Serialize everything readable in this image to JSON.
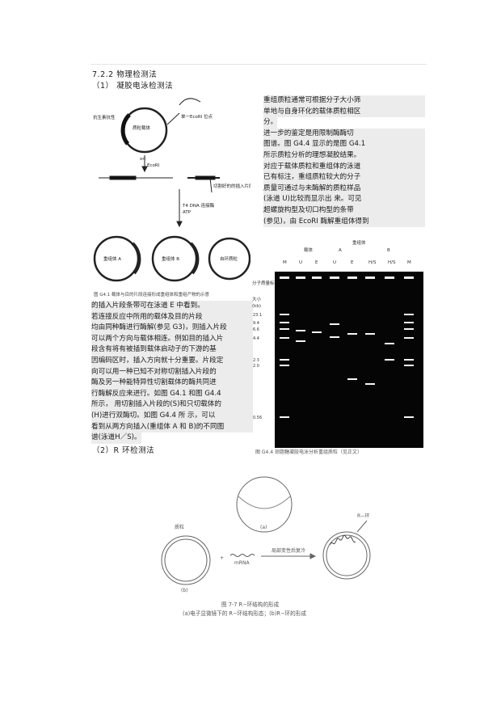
{
  "section": {
    "heading": "7.2.2  物理检测法",
    "sub1": "（1）  凝胶电泳检测法",
    "sub2": "（2）R 环检测法"
  },
  "right_text": [
    "重组质粒通常可根据分子大小筛",
    "单地与自身环化的载体质粒相区",
    "分。",
    "    进一步的鉴定是用限制酶酶切",
    "图谱。图 G4.4 显示的是图 G4.1",
    "所示质粒分析的理想凝胶结果。",
    "对应于载体质粒和重组体的泳道",
    "已有标注，重组质粒较大的分子",
    "质量可通过与未酶解的质粒样品",
    "(泳道 U)比较而显示出  来。可见",
    "超螺旋构型及切口构型的条带",
    "(参见)，由 EcoRI 酶解重组体得到"
  ],
  "left_text": [
    "的插入片段条带可在泳道 E 中看到。",
    "    若连接反应中所用的载体及目的片段",
    "均由同种酶进行酶解(参见 G3)，则插入片段",
    "可以两个方向与载体相连。例如目的插入片",
    "段含有将有被插到载体启动子的下游的基",
    "因编码区时，插入方向就十分重要。片段定",
    "向可以用一种已知不对称切割插入片段的",
    "酶及另一种能特异性切割载体的酶共同进",
    "行酶解反应来进行。如图 G4.1 和图 G4.4",
    "所示，  用切割插入片段的(S)和只切载体的",
    "(H)进行双酶切。如图 G4.4 所   示，可以",
    "看到从两方向插入(重组体 A 和 B)的不同图",
    "谱(泳道H／S)。"
  ],
  "fig41": {
    "label_resist": "抗生素抗性",
    "label_plasmid": "质粒载体",
    "label_single_site": "单一EcoRI 位点",
    "label_ori": "ori",
    "label_ecori": "EcoRI",
    "label_insert": "切割好的的插入片段",
    "label_ligase": "T4 DNA 连接酶",
    "label_atp": "ATP",
    "label_recA": "重组体 A",
    "label_recB": "重组体 B",
    "label_self": "自环质粒",
    "caption": "图 G4.1   载体与目的片段连接形成重组体和重组产物的示意"
  },
  "gel": {
    "lane_group_top": "重组体",
    "lane_group_vector": "载体",
    "lane_group_a": "A",
    "lane_group_b": "B",
    "lanes": [
      "M",
      "U",
      "E",
      "U",
      "E",
      "H/S",
      "H/S",
      "M"
    ],
    "side_label": "分子质量标准",
    "size_label": "大小",
    "unit_label": "(kb)",
    "marker_sizes": [
      "23.1",
      "9.4",
      "6.6",
      "4.4",
      "2.3",
      "2.0",
      "0.56"
    ],
    "caption": "图 G4.4   琼脂糖凝胶电泳分析重组质粒（见正文）"
  },
  "fig77": {
    "label_a": "(a)",
    "label_b": "(b)",
    "label_plasmid": "质粒",
    "label_plus": "+",
    "label_mrna": "mRNA",
    "label_process": "局部变性后复冷",
    "label_rloop": "R−环",
    "caption_title": "图 7-7   R−环结构的形成",
    "caption_sub": "(a)电子显微镜下的 R−环结构形态；(b)R−环的形成"
  }
}
